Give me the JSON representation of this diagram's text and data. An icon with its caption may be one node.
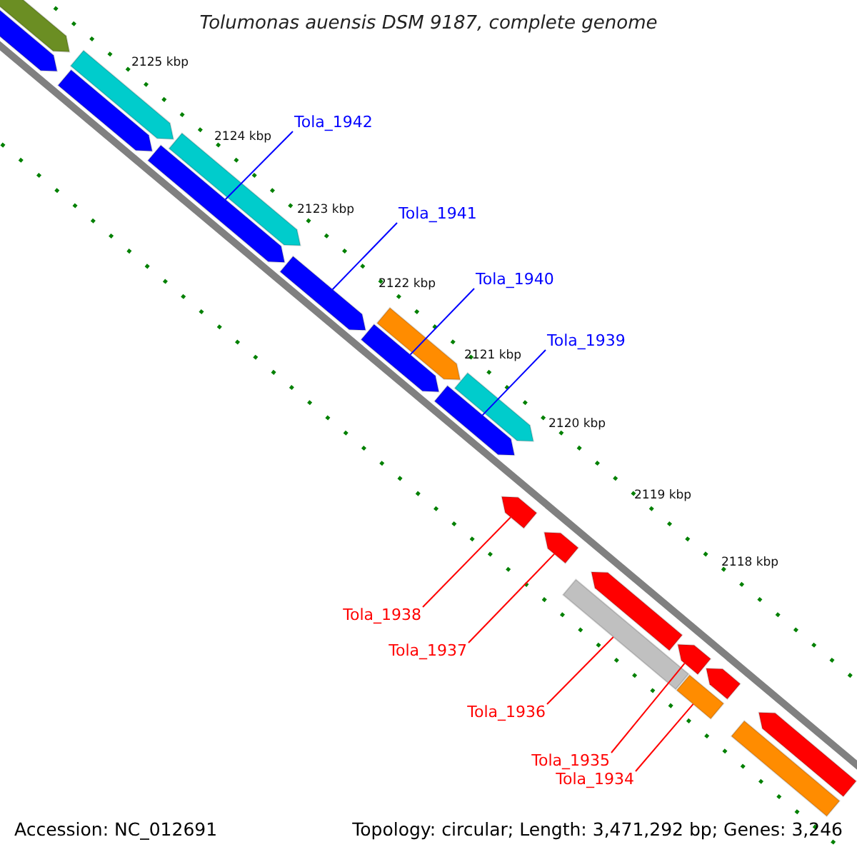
{
  "diagram": {
    "title": "Tolumonas auensis DSM 9187, complete genome",
    "nodes": [
      {
        "text": [],
        "shape": "arrow"
      },
      {
        "text": [],
        "shape": "arrow"
      },
      {
        "text": [],
        "shape": "arrow"
      },
      {
        "text": [],
        "shape": "arrow"
      },
      {
        "text": [],
        "shape": "arrow"
      },
      {
        "text": [],
        "shape": "arrow"
      },
      {
        "text": [],
        "shape": "arrow"
      },
      {
        "text": [],
        "shape": "arrow"
      },
      {
        "text": [],
        "shape": "arrow"
      },
      {
        "text": [],
        "shape": "arrow"
      },
      {
        "text": [],
        "shape": "arrow"
      },
      {
        "text": [],
        "shape": "arrow"
      },
      {
        "text": [],
        "shape": "arrow"
      },
      {
        "text": [],
        "shape": "arrow"
      },
      {
        "text": [],
        "shape": "arrow"
      },
      {
        "text": [],
        "shape": "arrow"
      },
      {
        "text": [],
        "shape": "arrow"
      },
      {
        "text": [],
        "shape": "arrow"
      },
      {
        "text": [],
        "shape": "arrow"
      },
      {
        "text": [],
        "shape": "arrow"
      },
      {
        "text": [
          "Tola_1942"
        ]
      },
      {
        "text": [
          "Tola_1941"
        ]
      },
      {
        "text": [
          "Tola_1940"
        ]
      },
      {
        "text": [
          "Tola_1939"
        ]
      },
      {
        "text": [
          "Tola_1938"
        ]
      },
      {
        "text": [
          "Tola_1937"
        ]
      },
      {
        "text": [
          "Tola_1936"
        ]
      },
      {
        "text": [
          "Tola_1935"
        ]
      },
      {
        "text": [
          "Tola_1934"
        ]
      }
    ],
    "edges": [
      {
        "from": 20,
        "to": 5,
        "arrow": "none",
        "color": "#0000ff"
      },
      {
        "from": 21,
        "to": 6,
        "arrow": "none",
        "color": "#0000ff"
      },
      {
        "from": 22,
        "to": 7,
        "arrow": "none",
        "color": "#0000ff"
      },
      {
        "from": 23,
        "to": 10,
        "arrow": "none",
        "color": "#0000ff"
      },
      {
        "from": 24,
        "to": 11,
        "arrow": "none",
        "color": "#ff0000"
      },
      {
        "from": 25,
        "to": 12,
        "arrow": "none",
        "color": "#ff0000"
      },
      {
        "from": 26,
        "to": 13,
        "arrow": "none",
        "color": "#ff0000"
      },
      {
        "from": 27,
        "to": 15,
        "arrow": "none",
        "color": "#ff0000"
      },
      {
        "from": 28,
        "to": 17,
        "arrow": "none",
        "color": "#ff0000"
      }
    ],
    "labels": [
      "2125 kbp",
      "2124 kbp",
      "2123 kbp",
      "2122 kbp",
      "2121 kbp",
      "2120 kbp",
      "2119 kbp",
      "2118 kbp",
      "Accession: NC_012691",
      "Topology: circular; Length: 3,471,292 bp; Genes: 3,246"
    ]
  }
}
